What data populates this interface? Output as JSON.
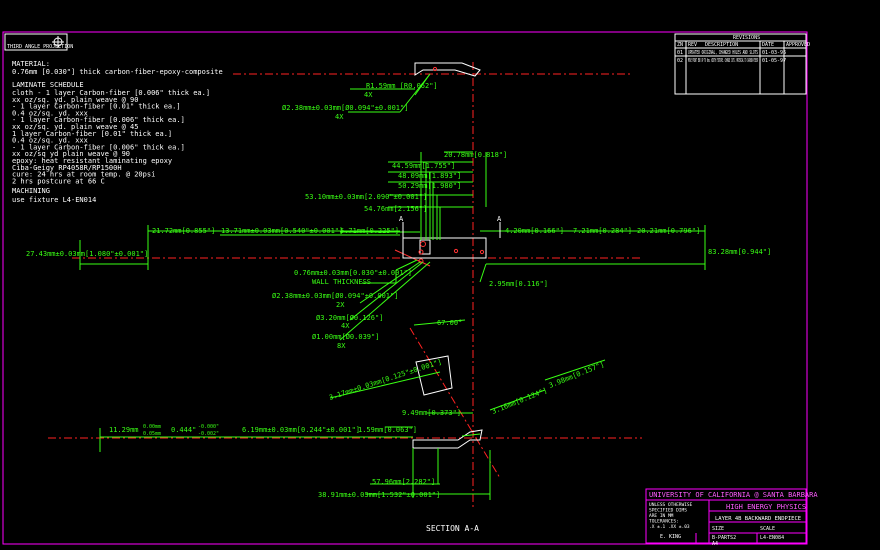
{
  "header": {
    "logo_label": "THIRD ANGLE PROJECTION"
  },
  "notes": {
    "material_title": "MATERIAL:",
    "material_text": "0.76mm [0.030\"] thick carbon-fiber-epoxy-composite",
    "laminate_title": "LAMINATE SCHEDULE",
    "laminate_lines": [
      "cloth - 1 layer Carbon-fiber [0.006\" thick ea.]",
      "  xx oz/sq. yd. plain weave @ 90",
      "  - 1 layer Carbon-fiber [0.01\" thick ea.]",
      "  0.4 oz/sq. yd. xxx",
      "  - 1 layer Carbon-fiber [0.006\" thick ea.]",
      "  xx oz/sq. yd. plain weave @ 45",
      "  1 layer Carbon-fiber [0.01\" thick ea.]",
      "  0.4 oz/sq. yd. xxx",
      "  - 1 layer Carbon-fiber [0.006\" thick ea.]",
      "  xx oz/sq yd plain weave @ 90",
      "epoxy: heat resistant laminating epoxy",
      "  Ciba-Geigy RP4058R/RP1500H",
      "cure: 24 hrs at room temp. @ 20psi",
      "  2 hrs postcure at 66 C"
    ],
    "machining_title": "MACHINING",
    "machining_text": "use fixture L4-EN014"
  },
  "revision": {
    "title": "REVISIONS",
    "headers": [
      "ZN",
      "REV",
      "DESCRIPTION",
      "DATE",
      "APPROVED"
    ],
    "rows": [
      {
        "rev": "01",
        "desc": "UPDATED ORIGINAL, CHANGED HOLES AND SLOTS",
        "date": "01-03-96"
      },
      {
        "rev": "02",
        "desc": "MOVE FRONT END UP TO 0mm. WIDTH FIXTURE. CHANGE CUTS. MATERIAL TO CARBON-FIBER",
        "date": "01-05-97"
      }
    ]
  },
  "dimensions": {
    "d_r159": "R1.59mm [R0.062\"]",
    "d_r159_count": "4X",
    "d_238": "Ø2.38mm±0.03mm[Ø0.094\"±0.001\"]",
    "d_238_count": "4X",
    "d_2078": "20.78mm[0.818\"]",
    "d_4459": "44.59mm[1.755\"]",
    "d_4809": "48.09mm[1.893\"]",
    "d_5029": "50.29mm[1.980\"]",
    "d_5310": "53.10mm±0.03mm[2.090\"±0.001\"]",
    "d_5476": "54.76mm[2.156\"]",
    "section_mark": "A",
    "d_2172": "21.72mm[0.855\"]",
    "d_1371": "13.71mm±0.03mm[0.540\"±0.001\"]",
    "d_571": "5.71mm[0.225\"]",
    "d_420": "4.20mm[0.166\"]",
    "d_721": "7.21mm[0.284\"]",
    "d_2021": "20.21mm[0.796\"]",
    "d_2743": "27.43mm±0.03mm[1.080\"±0.001\"]",
    "d_8328": "83.28mm[0.944\"]",
    "d_076": "0.76mm±0.03mm[0.030\"±0.001\"]",
    "wall_thickness": "WALL THICKNESS",
    "d_295": "2.95mm[0.116\"]",
    "d_238b": "Ø2.38mm±0.03mm[Ø0.094\"±0.001\"]",
    "d_238b_count": "2X",
    "d_320": "Ø3.20mm[Ø0.126\"]",
    "d_320_count": "4X",
    "d_100": "Ø1.00mm[Ø0.039\"]",
    "d_100_count": "8X",
    "angle": "67.00°",
    "d_317": "3.17mm±0.03mm[0.125\"±0.001\"]",
    "d_398": "3.98mm[0.157\"]",
    "d_949": "9.49mm[0.373\"]",
    "d_316": "3.16mm[0.124\"]",
    "d_129": "11.29mm",
    "d_129_tol_top": "0.00mm",
    "d_129_tol_bot": "0.05mm",
    "d_129_inch": "0.444\"",
    "d_129_inch_tol_top": "-0.000\"",
    "d_129_inch_tol_bot": "-0.002\"",
    "d_619": "6.19mm±0.03mm[0.244\"±0.001\"]",
    "d_159": "1.59mm[0.063\"]",
    "d_5796": "57.96mm[2.282\"]",
    "d_3891": "38.91mm±0.03mm[1.532\"±0.001\"]",
    "section_label": "SECTION A-A"
  },
  "title_block": {
    "university": "UNIVERSITY OF CALIFORNIA @ SANTA BARBARA",
    "group": "HIGH ENERGY PHYSICS",
    "part_name": "LAYER 4B BACKWARD ENDPIECE",
    "file": "B-PARTS2",
    "dwg_no": "L4-EN084",
    "size": "SIZE",
    "scale_label": "SCALE",
    "sheet": "A4",
    "notes_small": [
      "UNLESS OTHERWISE",
      "SPECIFIED DIMS",
      "ARE IN MM",
      "TOLERANCES:",
      ".X ±.1 .XX ±.03"
    ],
    "drawn_by": "E. KING"
  },
  "colors": {
    "background": "#000000",
    "dimension": "#39ff14",
    "centerline": "#ff2222",
    "border": "#ff00ff",
    "part": "#ffffff"
  }
}
